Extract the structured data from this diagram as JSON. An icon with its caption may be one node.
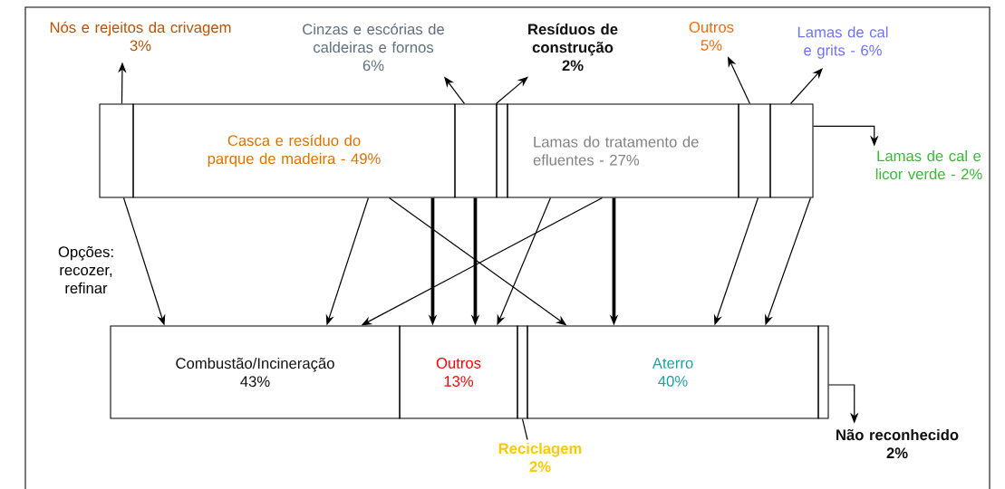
{
  "diagram": {
    "nodes": [
      {
        "text": [
          "Nós e rejeitos da crivagem",
          "3%"
        ]
      },
      {
        "text": [
          "Cinzas e escórias de caldeiras e fornos",
          "6%"
        ]
      },
      {
        "text": [
          "Resíduos de construção",
          "2%"
        ]
      },
      {
        "text": [
          "Outros",
          "5%"
        ]
      },
      {
        "text": [
          "Lamas de cal e grits - 6%"
        ]
      },
      {
        "text": [],
        "shape": "box"
      },
      {
        "text": [
          "Casca e resíduo do parque de madeira - 49%"
        ]
      },
      {
        "text": [],
        "shape": "box"
      },
      {
        "text": [],
        "shape": "box"
      },
      {
        "text": [
          "Lamas do tratamento de efluentes - 27%"
        ]
      },
      {
        "text": [],
        "shape": "box"
      },
      {
        "text": [],
        "shape": "box"
      },
      {
        "text": [
          "Lamas de cal e licor verde - 2%"
        ]
      },
      {
        "text": [
          "Combustão/Incineração",
          "43%"
        ]
      },
      {
        "text": [
          "Outros",
          "13%"
        ]
      },
      {
        "text": [],
        "shape": "box"
      },
      {
        "text": [
          "Aterro",
          "40%"
        ]
      },
      {
        "text": [],
        "shape": "box"
      },
      {
        "text": [
          "Reciclagem",
          "2%"
        ]
      },
      {
        "text": [
          "Não reconhecido",
          "2%"
        ]
      }
    ],
    "edges": [
      {
        "from": 5,
        "to": 0,
        "arrow": "to"
      },
      {
        "from": 7,
        "to": 1,
        "arrow": "to"
      },
      {
        "from": 8,
        "to": 2,
        "arrow": "to"
      },
      {
        "from": 10,
        "to": 3,
        "arrow": "to"
      },
      {
        "from": 11,
        "to": 4,
        "arrow": "to"
      },
      {
        "from": 11,
        "to": 12,
        "arrow": "to"
      },
      {
        "from": 5,
        "to": 13,
        "arrow": "to",
        "label": "Opções: recozer, refinar"
      },
      {
        "from": 6,
        "to": 13,
        "arrow": "to"
      },
      {
        "from": 6,
        "to": 16,
        "arrow": "to"
      },
      {
        "from": 6,
        "to": 14,
        "arrow": "to",
        "style": "thick"
      },
      {
        "from": 7,
        "to": 14,
        "arrow": "to",
        "style": "thick"
      },
      {
        "from": 9,
        "to": 14,
        "arrow": "to"
      },
      {
        "from": 9,
        "to": 13,
        "arrow": "to"
      },
      {
        "from": 9,
        "to": 16,
        "arrow": "to",
        "style": "thick"
      },
      {
        "from": 10,
        "to": 16,
        "arrow": "to"
      },
      {
        "from": 11,
        "to": 16,
        "arrow": "to"
      },
      {
        "from": 15,
        "to": 18,
        "arrow": "none"
      },
      {
        "from": 17,
        "to": 19,
        "arrow": "to"
      }
    ]
  }
}
